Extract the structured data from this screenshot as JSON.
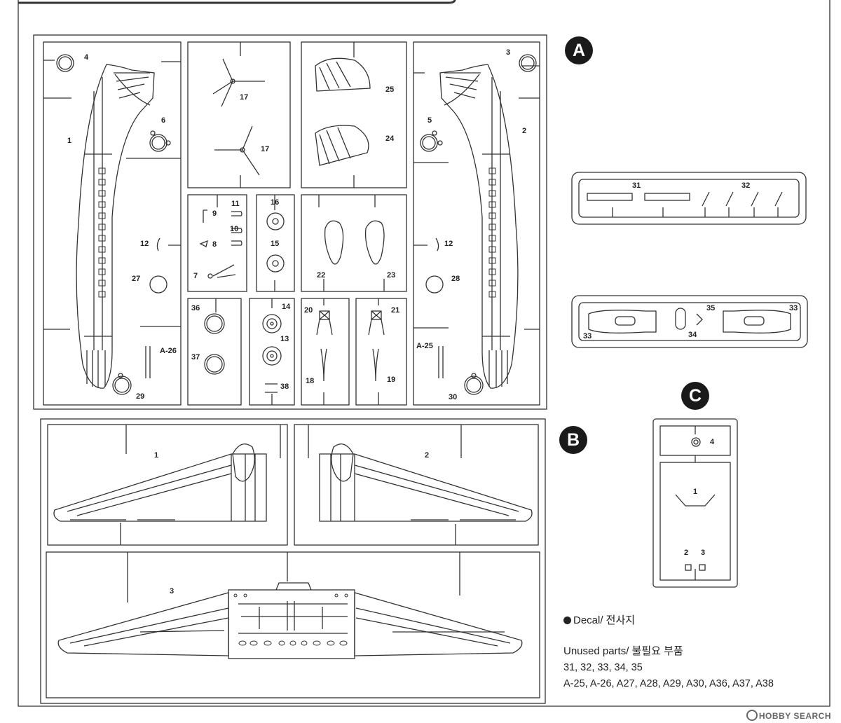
{
  "sprue_badges": {
    "a": "A",
    "b": "B",
    "c": "C"
  },
  "sprue_a": {
    "part_1": "1",
    "part_2": "2",
    "part_3": "3",
    "part_4": "4",
    "part_5": "5",
    "part_6": "6",
    "part_7": "7",
    "part_8": "8",
    "part_9": "9",
    "part_10": "10",
    "part_11": "11",
    "part_12_left": "12",
    "part_12_right": "12",
    "part_13": "13",
    "part_14": "14",
    "part_15": "15",
    "part_16": "16",
    "part_17_top": "17",
    "part_17_bottom": "17",
    "part_18": "18",
    "part_19": "19",
    "part_20": "20",
    "part_21": "21",
    "part_22": "22",
    "part_23": "23",
    "part_24": "24",
    "part_25": "25",
    "part_27": "27",
    "part_28": "28",
    "part_29": "29",
    "part_30": "30",
    "part_31": "31",
    "part_32": "32",
    "part_33_left": "33",
    "part_33_right": "33",
    "part_34": "34",
    "part_35": "35",
    "part_36": "36",
    "part_37": "37",
    "part_38": "38",
    "gate_a26": "A-26",
    "gate_a25": "A-25"
  },
  "sprue_b": {
    "part_1": "1",
    "part_2": "2",
    "part_3": "3"
  },
  "sprue_c": {
    "part_1": "1",
    "part_2": "2",
    "part_3": "3",
    "part_4": "4"
  },
  "notes": {
    "decal": "Decal/ 전사지",
    "unused_title": "Unused parts/ 불필요 부품",
    "unused_line1": "31, 32, 33, 34, 35",
    "unused_line2": "A-25, A-26, A27, A28, A29, A30, A36, A37, A38"
  },
  "watermark": "HOBBY SEARCH"
}
